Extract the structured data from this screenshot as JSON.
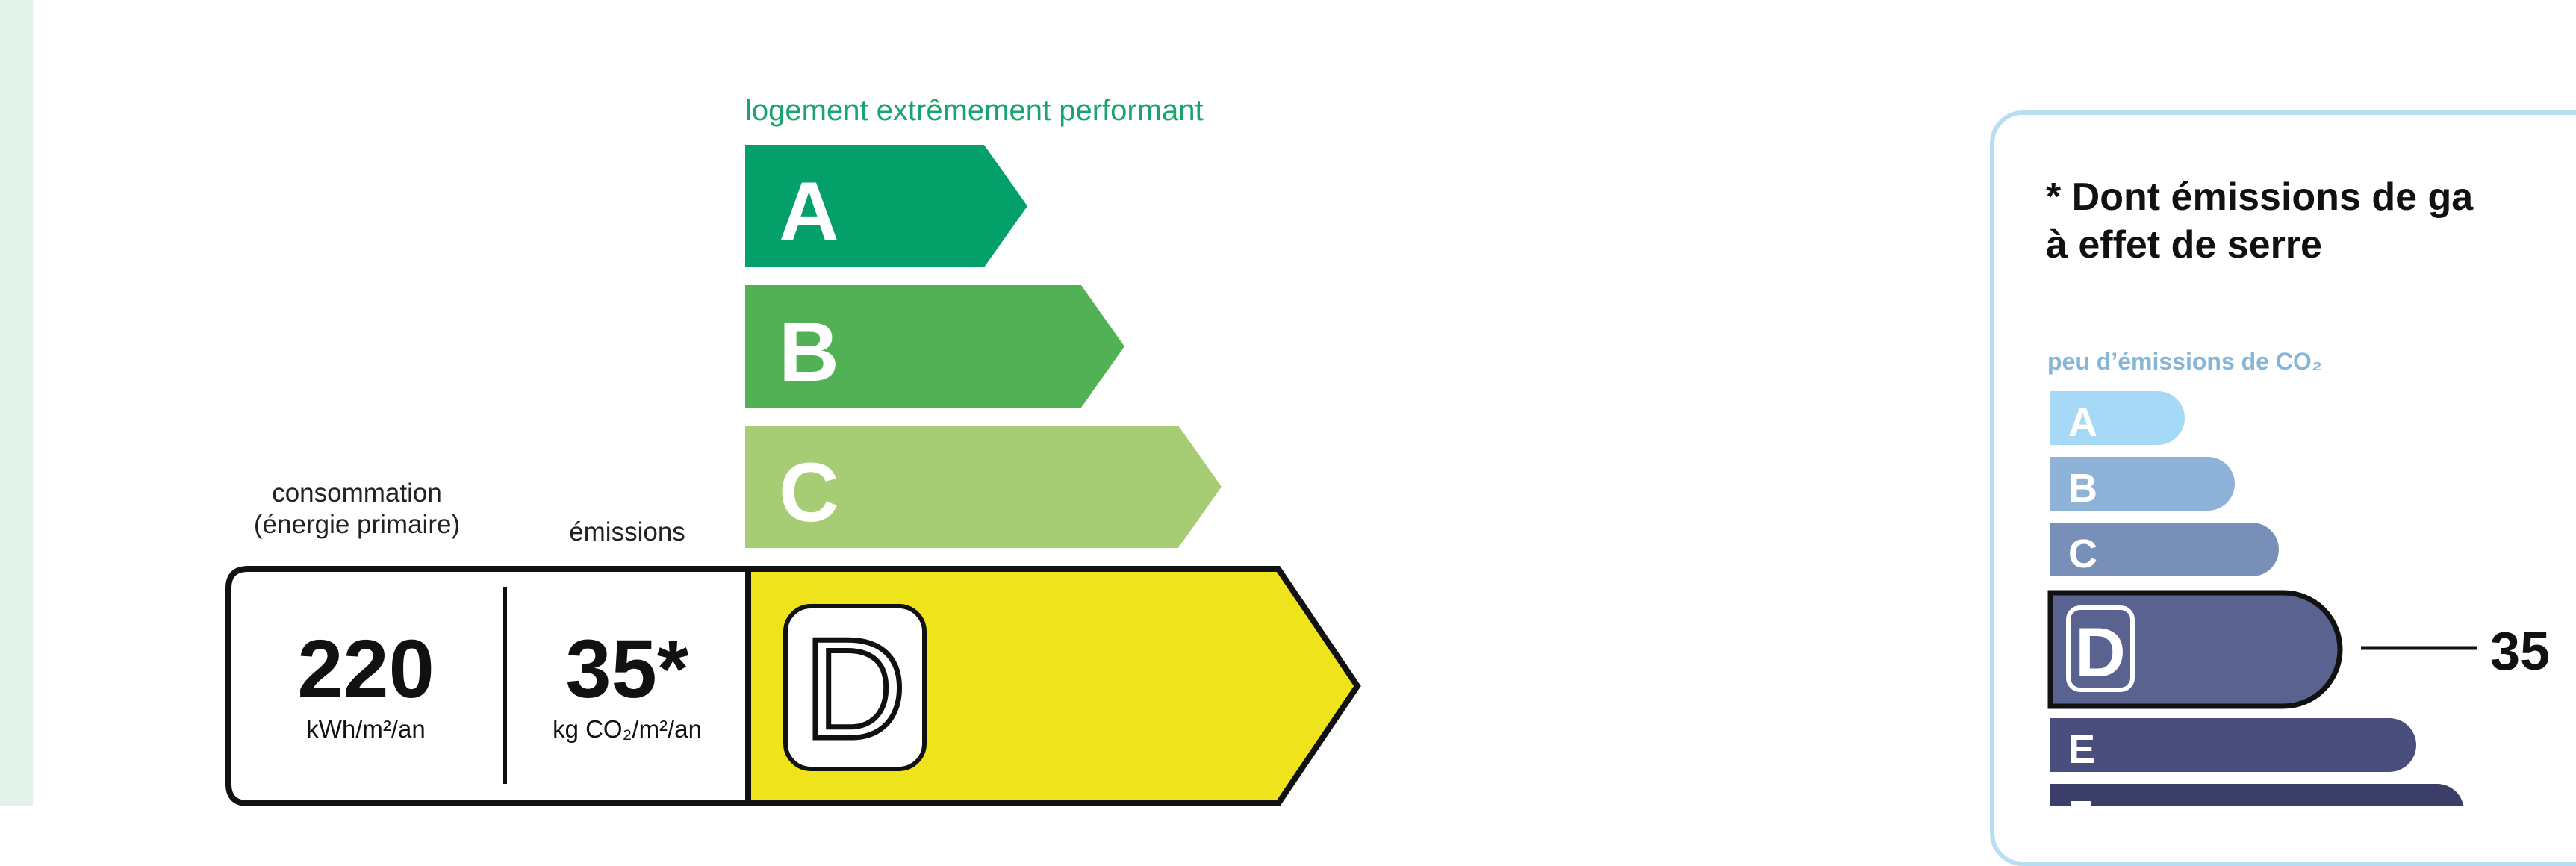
{
  "dpe": {
    "top_caption": "logement extrêmement performant",
    "consumption_label_line1": "consommation",
    "consumption_label_line2": "(énergie primaire)",
    "emissions_label": "émissions",
    "consumption_value": "220",
    "consumption_unit": "kWh/m²/an",
    "emissions_value": "35*",
    "emissions_unit": "kg CO₂/m²/an",
    "bands": [
      {
        "letter": "A",
        "color": "#03a06a"
      },
      {
        "letter": "B",
        "color": "#51b154"
      },
      {
        "letter": "C",
        "color": "#a6cd74"
      }
    ],
    "current_class": {
      "letter": "D",
      "color": "#efe31b"
    }
  },
  "ges": {
    "title_line1": "* Dont émissions de ga",
    "title_line2": "à effet de serre",
    "caption": "peu d’émissions de CO₂",
    "bands": [
      {
        "letter": "A",
        "color": "#a6d9f6"
      },
      {
        "letter": "B",
        "color": "#8fb2d8"
      },
      {
        "letter": "C",
        "color": "#7890b8"
      },
      {
        "letter": "E",
        "color": "#4a4e7c"
      },
      {
        "letter": "F",
        "color": "#3b3e68"
      }
    ],
    "current_class": {
      "letter": "D",
      "color": "#5a6390"
    },
    "value": "35"
  }
}
